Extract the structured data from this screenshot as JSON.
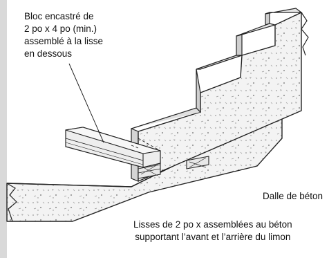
{
  "labels": {
    "bloc": [
      "Bloc encastré de",
      "2 po x 4 po (min.)",
      "assemblé à la lisse",
      "en dessous"
    ],
    "dalle": "Dalle de béton",
    "lisses": [
      "Lisses de 2 po x assemblées au béton",
      "supportant l’avant et l’arrière du limon"
    ]
  },
  "colors": {
    "concrete": "#f3f3f3",
    "concrete_shade": "#d8d8d8",
    "outline": "#222222",
    "sidebar": "#d9d9d9"
  }
}
